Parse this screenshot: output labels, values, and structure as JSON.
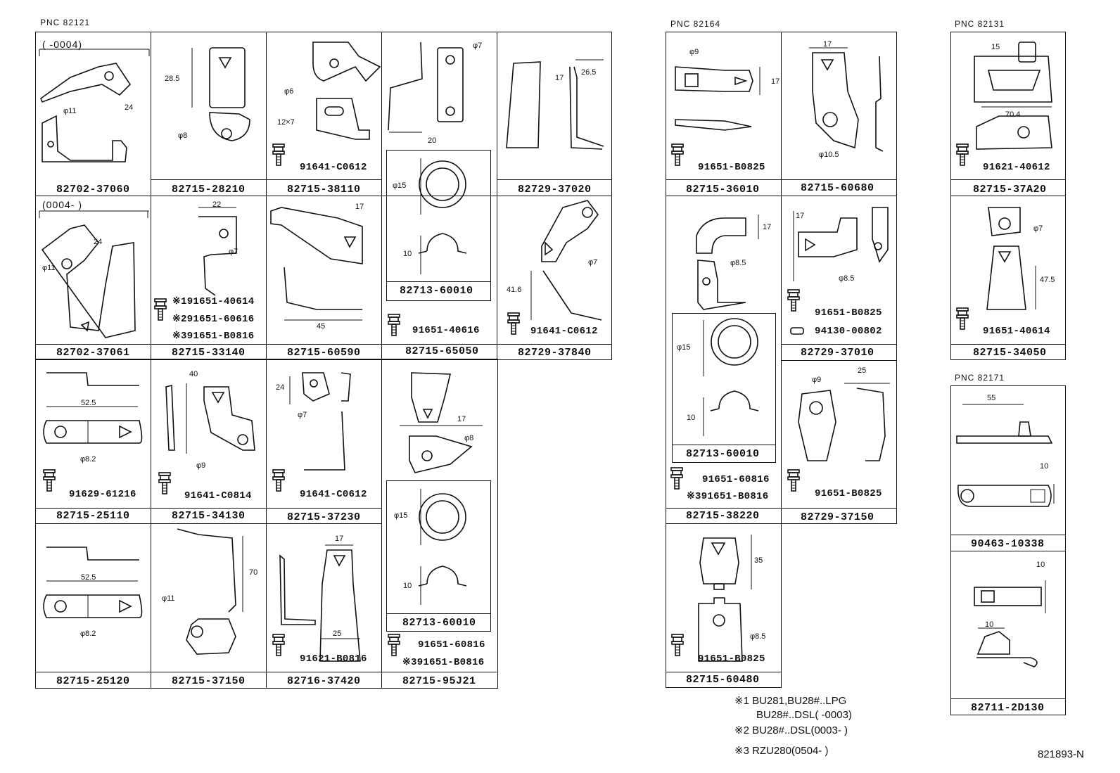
{
  "groups": {
    "g1": "PNC 82121",
    "g2": "PNC 82164",
    "g3": "PNC 82131",
    "g4": "PNC 82171"
  },
  "parts": {
    "c1r1": "82702-37060",
    "c2r1": "82715-28210",
    "c3r1": "82715-38110",
    "c5r1": "82729-37020",
    "c4r2": "82713-60010",
    "c1r2": "82702-37061",
    "c2r2": "82715-33140",
    "c3r2": "82715-60590",
    "c4r2b": "82715-65050",
    "c5r2": "82729-37840",
    "c1r3": "82715-25110",
    "c2r3": "82715-34130",
    "c3r3": "82715-37230",
    "c4r3": "82713-60010",
    "c1r4": "82715-25120",
    "c2r4": "82715-37150",
    "c3r4": "82716-37420",
    "c4r4": "82715-95J21",
    "m1r1": "82715-36010",
    "m2r1": "82715-60680",
    "m1r2": "82713-60010",
    "m2r2": "82729-37010",
    "m1r3": "82715-38220",
    "m2r3": "82729-37150",
    "m1r4": "82715-60480",
    "r1": "82715-37A20",
    "r2": "82715-34050",
    "r3": "90463-10338",
    "r4": "82711-2D130"
  },
  "bolts": {
    "c3r1": "91641-C0612",
    "c2r2a": "※191651-40614",
    "c2r2b": "※291651-60616",
    "c2r2c": "※391651-B0816",
    "c4r2": "91651-40616",
    "c5r2": "91641-C0612",
    "c1r3": "91629-61216",
    "c2r3": "91641-C0814",
    "c3r3": "91641-C0612",
    "c3r4": "91621-B0816",
    "c4r4a": "91651-60816",
    "c4r4b": "※391651-B0816",
    "m1r1": "91651-B0825",
    "m2r2a": "91651-B0825",
    "m2r2b": "94130-00802",
    "m1r3a": "91651-60816",
    "m1r3b": "※391651-B0816",
    "m2r3": "91651-B0825",
    "m1r4": "91651-B0825",
    "r1": "91621-40612",
    "r2": "91651-40614"
  },
  "ranges": {
    "a": "(        -0004)",
    "b": "(0004-        )"
  },
  "dims": {
    "d1": "φ11",
    "d2": "24",
    "d3": "28.5",
    "d4": "φ8",
    "d5": "φ6",
    "d6": "12×7",
    "d7": "φ7",
    "d8": "20",
    "d9": "17",
    "d10": "26.5",
    "d11": "24",
    "d12": "φ11",
    "d13": "22",
    "d14": "φ7",
    "d15": "17",
    "d16": "45",
    "d17": "φ15",
    "d18": "10",
    "d19": "φ7",
    "d20": "41.6",
    "d21": "52.5",
    "d22": "φ8.2",
    "d23": "40",
    "d24": "φ9",
    "d25": "24",
    "d26": "φ7",
    "d27": "17",
    "d28": "φ8",
    "d29": "φ15",
    "d30": "10",
    "d31": "52.5",
    "d32": "φ8.2",
    "d33": "70",
    "d34": "φ11",
    "d35": "17",
    "d36": "25",
    "e1": "φ9",
    "e2": "17",
    "e3": "17",
    "e4": "φ10.5",
    "e5": "17",
    "e6": "φ8.5",
    "e7": "17",
    "e8": "φ8.5",
    "e9": "φ15",
    "e10": "10",
    "e11": "φ9",
    "e12": "25",
    "e13": "35",
    "e14": "φ8.5",
    "f1": "15",
    "f2": "70.4",
    "f3": "φ7",
    "f4": "47.5",
    "f5": "55",
    "f6": "10",
    "f7": "10",
    "f8": "10"
  },
  "notes": {
    "n1": "※1 BU281,BU28#..LPG",
    "n2": "BU28#..DSL(          -0003)",
    "n3": "※2 BU28#..DSL(0003-          )",
    "n4": "※3 RZU280(0504-          )"
  },
  "figure_id": "821893-N"
}
